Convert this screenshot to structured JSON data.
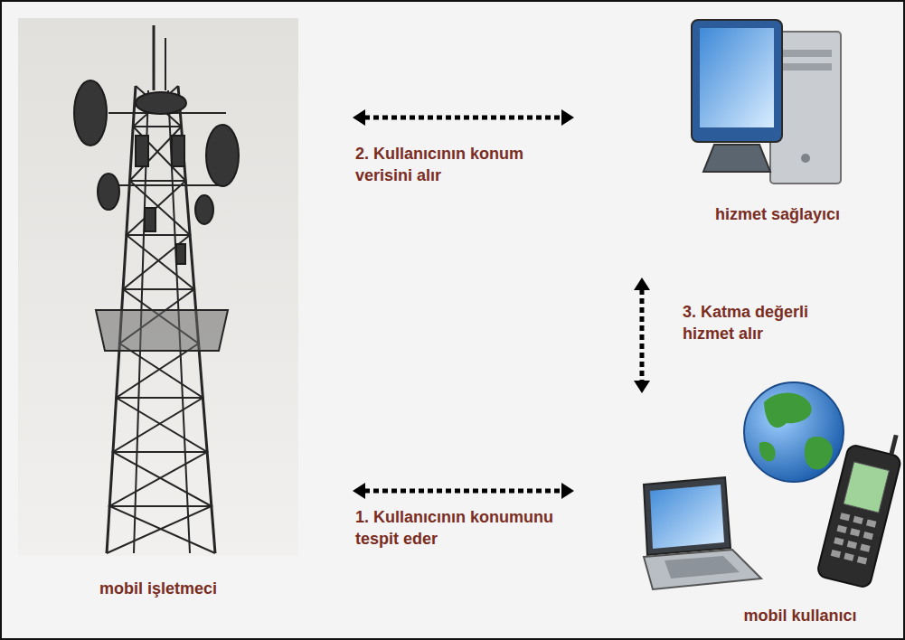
{
  "diagram": {
    "nodes": [
      {
        "text": [
          "mobil işletmeci"
        ]
      },
      {
        "text": [
          "hizmet sağlayıcı"
        ]
      },
      {
        "text": [
          "mobil kullanıcı"
        ]
      }
    ],
    "edges": [
      {
        "from": 0,
        "to": 2,
        "arrow": "both",
        "label": "1. Kullanıcının konumunu tespit eder"
      },
      {
        "from": 0,
        "to": 1,
        "arrow": "both",
        "label": "2. Kullanıcının konum verisini alır"
      },
      {
        "from": 1,
        "to": 2,
        "arrow": "both",
        "label": "3. Katma değerli hizmet alır"
      }
    ]
  }
}
